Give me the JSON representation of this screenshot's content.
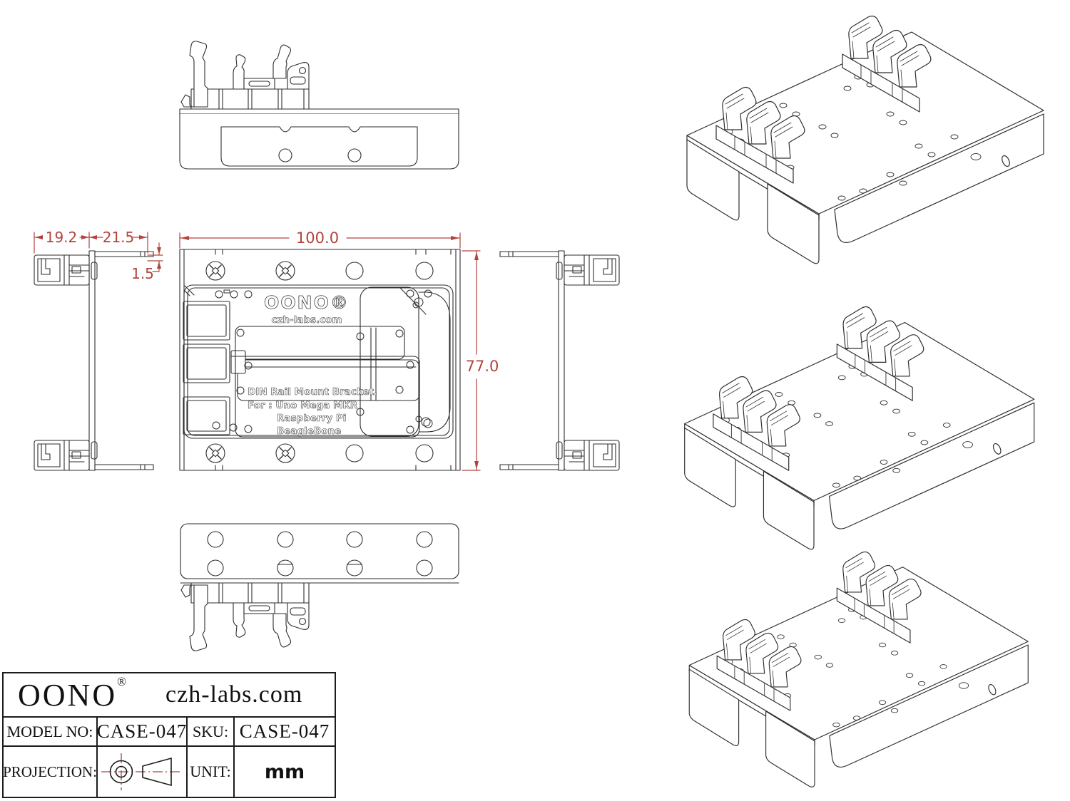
{
  "drawing": {
    "product": "DIN Rail Mount Bracket",
    "engraving": {
      "brand": "OONO®",
      "website": "czh-labs.com",
      "line1": "DIN Rail Mount Bracket.",
      "line2": "For : Uno Mega MKR",
      "line3": "Raspberry Pi",
      "line4": "BeagleBone"
    },
    "dimensions": {
      "overall_width": "100.0",
      "overall_height": "77.0",
      "clip_width": "19.2",
      "channel_depth": "21.5",
      "plate_thickness": "1.5"
    },
    "colors": {
      "line": "#2e2e2e",
      "dimension_red": "#b2433d"
    }
  },
  "title_block": {
    "brand": "OONO",
    "registered_mark": "®",
    "website": "czh-labs.com",
    "model_label": "MODEL NO:",
    "model_value": "CASE-047",
    "sku_label": "SKU:",
    "sku_value": "CASE-047",
    "projection_label": "PROJECTION:",
    "unit_label": "UNIT:",
    "unit_value": "mm"
  }
}
